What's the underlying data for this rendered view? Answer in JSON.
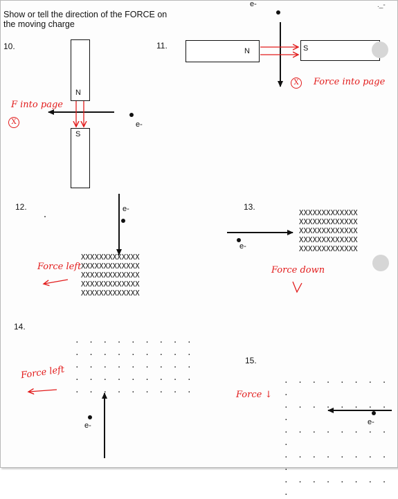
{
  "header": {
    "instructions": "Show  or tell the direction of the FORCE on the moving charge"
  },
  "electron_label": "e-",
  "problems": [
    {
      "number": "10.",
      "north": "N",
      "south": "S",
      "answer": "F into page",
      "symbol": "X"
    },
    {
      "number": "11.",
      "north": "N",
      "south": "S",
      "answer": "Force into page",
      "symbol": "X"
    },
    {
      "number": "12.",
      "field": [
        "XXXXXXXXXXXXX",
        "XXXXXXXXXXXXX",
        "XXXXXXXXXXXXX",
        "XXXXXXXXXXXXX",
        "XXXXXXXXXXXXX"
      ],
      "answer": "Force left"
    },
    {
      "number": "13.",
      "field": [
        "XXXXXXXXXXXXX",
        "XXXXXXXXXXXXX",
        "XXXXXXXXXXXXX",
        "XXXXXXXXXXXXX",
        "XXXXXXXXXXXXX"
      ],
      "answer": "Force down"
    },
    {
      "number": "14.",
      "field": [
        ". . . . . . . . .",
        ". . . . . . . . .",
        ". . . . . . . . .",
        ". . . . . . . . .",
        ". . . . . . . . ."
      ],
      "answer": "Force left"
    },
    {
      "number": "15.",
      "field": [
        ". . . . . . . . .",
        ". . . . . . . . .",
        ". . . . . . . . .",
        ". . . . . . . . .",
        ". . . . . . . . ."
      ],
      "answer": "Force ↓"
    }
  ],
  "colors": {
    "ink": "#111111",
    "annotation": "#e21b1b"
  }
}
